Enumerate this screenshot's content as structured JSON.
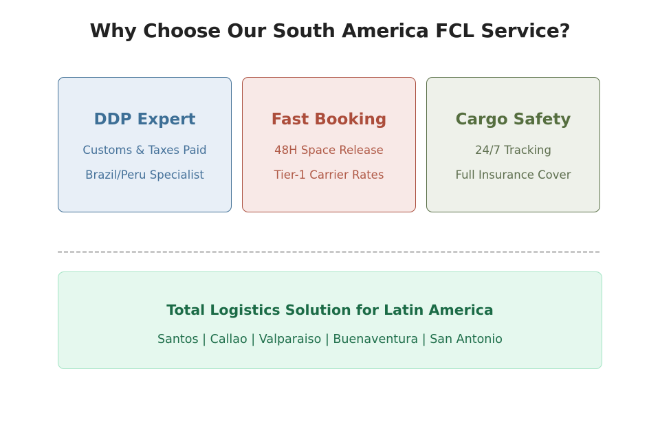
{
  "title": "Why Choose Our South America FCL Service?",
  "cards": [
    {
      "heading": "DDP Expert",
      "lines": [
        "Customs & Taxes Paid",
        "Brazil/Peru Specialist"
      ],
      "colors": {
        "background": "#e8eff7",
        "border": "#3f6e94",
        "heading": "#3d6f96",
        "text": "#46729a"
      }
    },
    {
      "heading": "Fast Booking",
      "lines": [
        "48H Space Release",
        "Tier-1 Carrier Rates"
      ],
      "colors": {
        "background": "#f8e9e7",
        "border": "#ab4f3f",
        "heading": "#ac4d3b",
        "text": "#b05a47"
      }
    },
    {
      "heading": "Cargo Safety",
      "lines": [
        "24/7 Tracking",
        "Full Insurance Cover"
      ],
      "colors": {
        "background": "#eef1ea",
        "border": "#5a7048",
        "heading": "#556e3f",
        "text": "#5e6f4f"
      }
    }
  ],
  "banner": {
    "heading": "Total Logistics Solution for Latin America",
    "ports": "Santos | Callao | Valparaiso | Buenaventura | San Antonio",
    "colors": {
      "background": "#e5f8ee",
      "border": "#a3e4c4",
      "heading": "#1b6b46",
      "text": "#1e6e4a"
    }
  }
}
